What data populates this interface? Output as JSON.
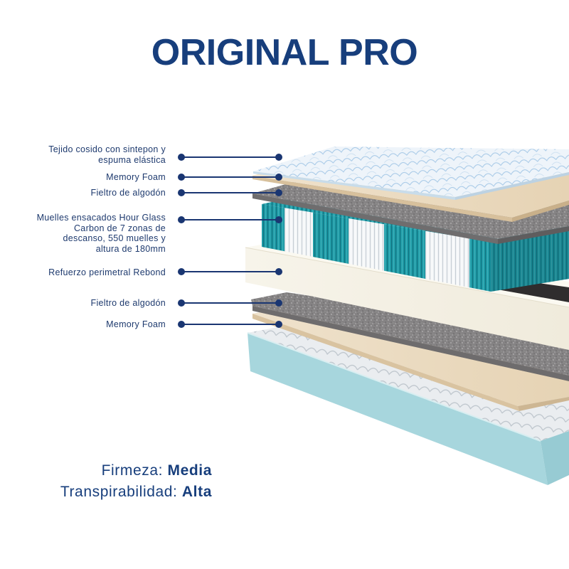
{
  "title": "ORIGINAL PRO",
  "layers": [
    {
      "lines": [
        "Tejido cosido con sintepon y",
        "espuma elástica"
      ]
    },
    {
      "lines": [
        "Memory Foam"
      ]
    },
    {
      "lines": [
        "Fieltro de algodón"
      ]
    },
    {
      "lines": [
        "Muelles ensacados Hour Glass",
        "Carbon de 7 zonas de",
        "descanso, 550 muelles y",
        "altura de 180mm"
      ]
    },
    {
      "lines": [
        "Refuerzo perimetral Rebond"
      ]
    },
    {
      "lines": [
        "Fieltro de algodón"
      ]
    },
    {
      "lines": [
        "Memory Foam"
      ]
    }
  ],
  "specs": [
    {
      "label": "Firmeza:",
      "value": "Media"
    },
    {
      "label": "Transpirabilidad:",
      "value": "Alta"
    }
  ],
  "colors": {
    "brand": "#173e7c",
    "label_text": "#1e3a6e",
    "connector": "#1a3672",
    "spring_teal": "#1f9ba6",
    "memory_foam": "#ebdbc1",
    "cotton_felt": "#858384",
    "rebond": "#f4f0e3",
    "base": "#a7d6dd"
  }
}
